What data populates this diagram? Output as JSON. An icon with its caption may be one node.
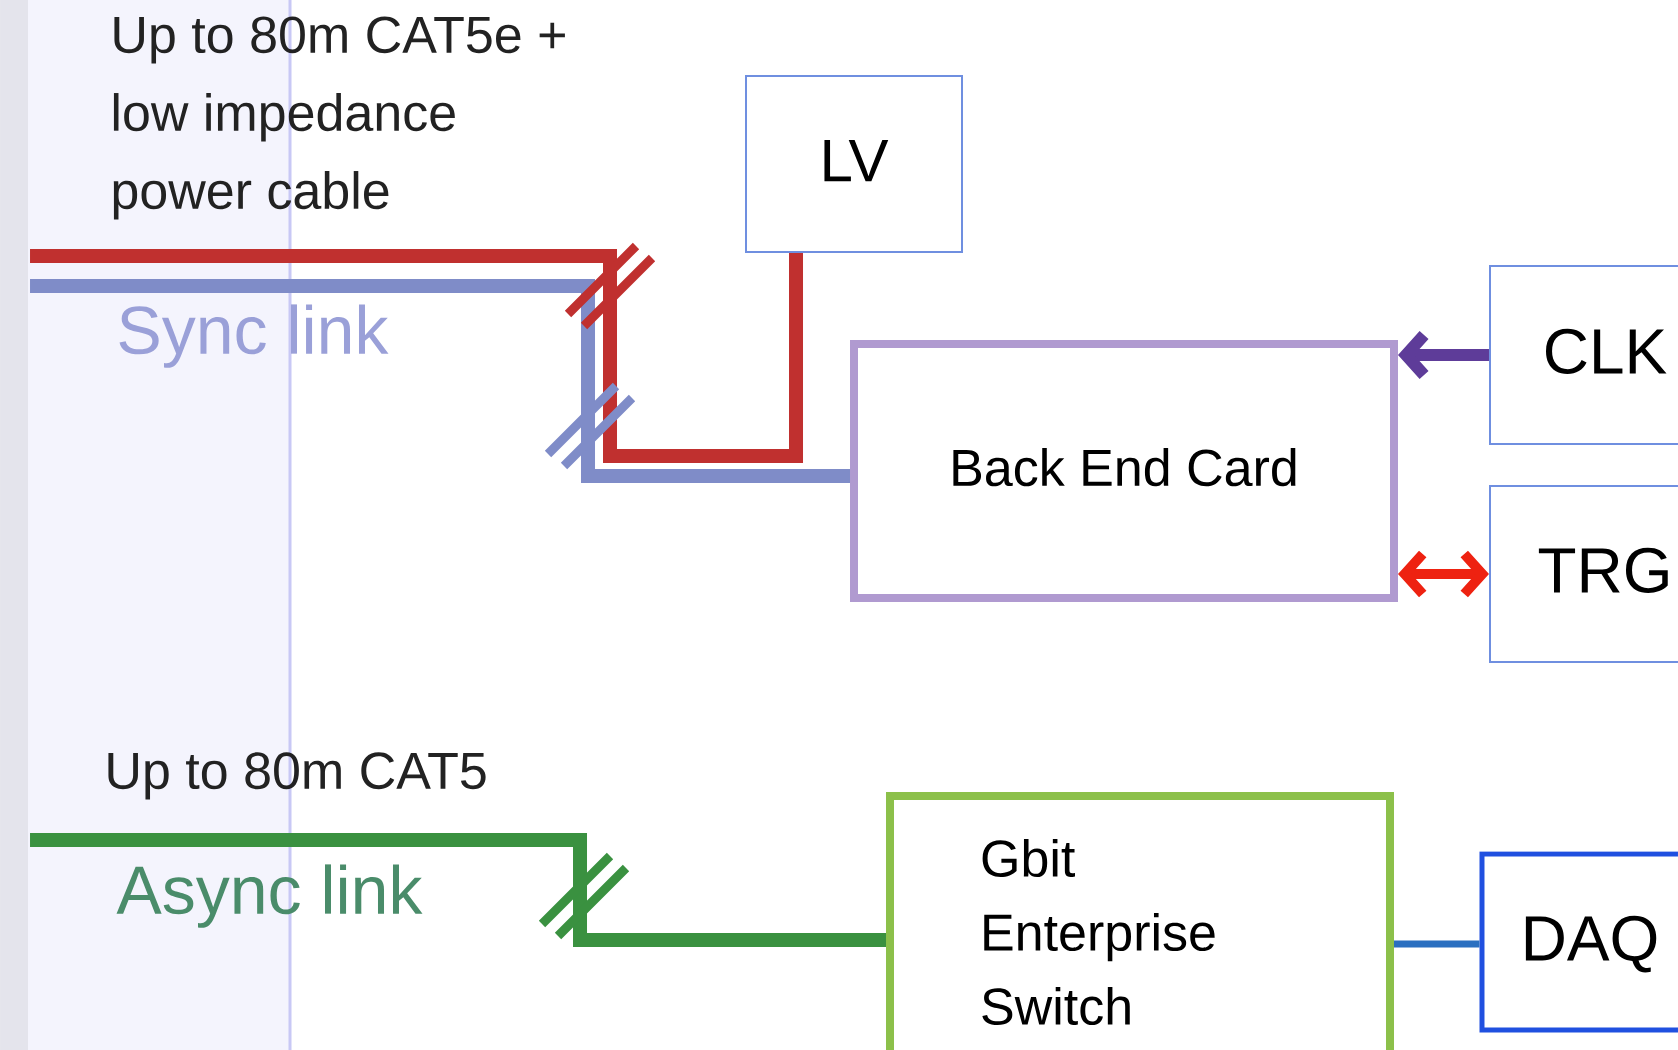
{
  "diagram": {
    "nodes": [
      {
        "text": [
          "LV"
        ]
      },
      {
        "text": [
          "Back End Card"
        ]
      },
      {
        "text": [
          "CLK"
        ]
      },
      {
        "text": [
          "TRG"
        ]
      },
      {
        "text": [
          "Gbit Enterprise Switch"
        ]
      },
      {
        "text": [
          "DAQ"
        ]
      }
    ],
    "edges": [
      {
        "from": null,
        "to": 0,
        "arrow": "none",
        "color": "#c0302f"
      },
      {
        "from": null,
        "to": 1,
        "arrow": "none",
        "color": "#7f8cc8"
      },
      {
        "from": 2,
        "to": 1,
        "arrow": "to",
        "color": "#5e3c99"
      },
      {
        "from": 3,
        "to": 1,
        "arrow": "both",
        "color": "#ee2211"
      },
      {
        "from": null,
        "to": 4,
        "arrow": "none",
        "color": "#3a9140"
      },
      {
        "from": 4,
        "to": 5,
        "arrow": "none",
        "color": "#2a6fc0"
      }
    ],
    "labels": [
      "Up to 80m CAT5e + low impedance power cable",
      "Sync link",
      "Up to 80m CAT5",
      "Async link"
    ]
  }
}
